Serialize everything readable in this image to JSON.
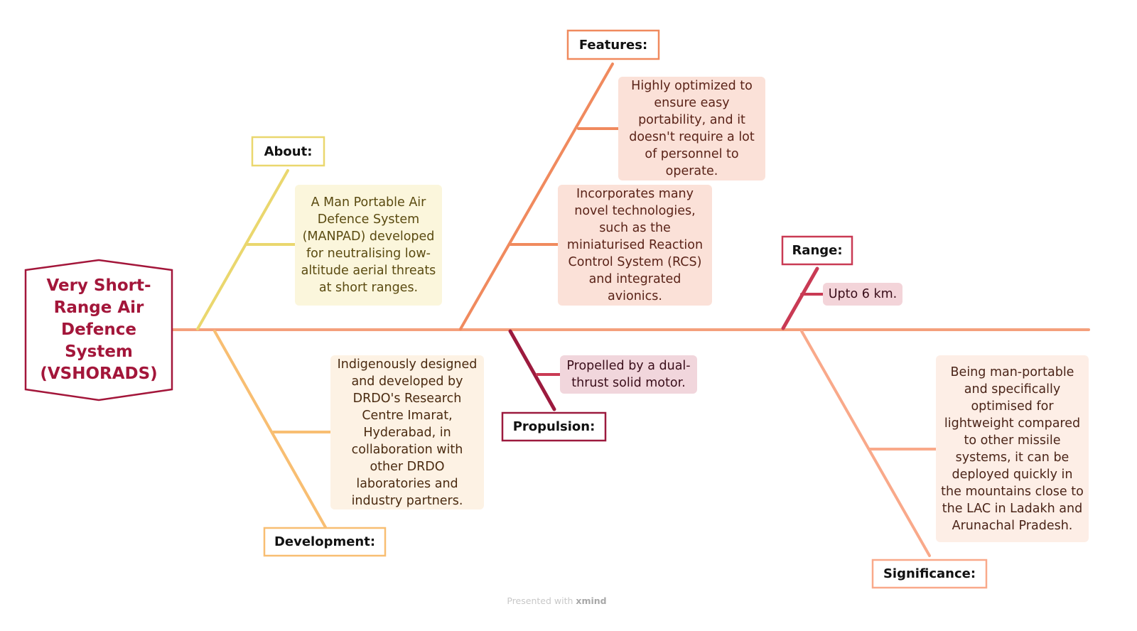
{
  "central": {
    "title": "Very Short-Range Air Defence System (VSHORADS)",
    "color": "#a3163a"
  },
  "branches": {
    "about": {
      "label": "About:",
      "note": "A Man Portable Air Defence System (MANPAD) developed for neutralising low-altitude aerial threats at short ranges.",
      "color": "#ead76e"
    },
    "development": {
      "label": "Development:",
      "note": "Indigenously designed and developed by DRDO's Research Centre Imarat, Hyderabad, in collaboration with other DRDO laboratories and industry partners.",
      "color": "#f8be72"
    },
    "features": {
      "label": "Features:",
      "notes": [
        "Highly optimized to ensure easy portability, and it doesn't require a lot of personnel to operate.",
        "Incorporates many novel technologies, such as the miniaturised Reaction Control System (RCS) and integrated avionics."
      ],
      "color": "#f08a5e"
    },
    "propulsion": {
      "label": "Propulsion:",
      "note": "Propelled by a dual-thrust solid motor.",
      "color": "#9c1a3e"
    },
    "range": {
      "label": "Range:",
      "note": "Upto 6 km.",
      "color": "#c93a54"
    },
    "significance": {
      "label": "Significance:",
      "note": "Being man-portable and specifically optimised for lightweight compared to other missile systems, it can be deployed quickly in the mountains close to the LAC in Ladakh and Arunachal Pradesh.",
      "color": "#f9a98a"
    }
  },
  "spine_color": "#f4a07c",
  "footer": {
    "text": "Presented with",
    "brand": "xmind"
  }
}
